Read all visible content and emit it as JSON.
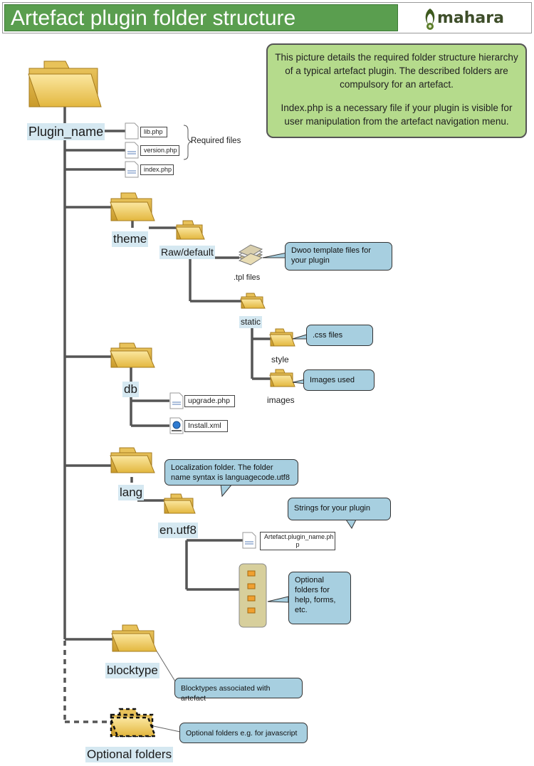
{
  "title": "Artefact plugin  folder structure",
  "logo": {
    "text": "mahara"
  },
  "info_box": {
    "paragraph1": "This picture details the required folder structure hierarchy of a typical artefact plugin. The described folders are compulsory for an artefact.",
    "paragraph2": "Index.php is a necessary file if your plugin is visible for user manipulation from the artefact navigation menu."
  },
  "folders": {
    "plugin_name": "Plugin_name",
    "theme": "theme",
    "raw_default": "Raw/default",
    "static": "static",
    "style": "style",
    "images": "images",
    "db": "db",
    "lang": "lang",
    "en_utf8": "en.utf8",
    "blocktype": "blocktype",
    "optional": "Optional folders"
  },
  "files": {
    "lib": "lib.php",
    "version": "version.php",
    "index": "index.php",
    "tpl": ".tpl files",
    "upgrade": "upgrade.php",
    "install": "Install.xml",
    "lang_file_line1": "Artefact.plugin_name.ph",
    "lang_file_line2": "p"
  },
  "annotations": {
    "required_files": "Required files",
    "dwoo_line1": "Dwoo template files for",
    "dwoo_line2": "your plugin",
    "css": ".css files",
    "images_used": "Images used",
    "localization_line1": "Localization folder. The folder",
    "localization_line2": "name syntax is languagecode.utf8",
    "strings": "Strings for your plugin",
    "optional_sub_line1": "Optional",
    "optional_sub_line2": "folders for",
    "optional_sub_line3": "help, forms,",
    "optional_sub_line4": "etc.",
    "blocktypes": "Blocktypes associated with artefact",
    "optional_js": "Optional folders e.g. for javascript"
  },
  "colors": {
    "title_green": "#5a9e4f",
    "info_green": "#b5db8c",
    "callout_blue": "#a7cfe0",
    "label_blue": "#d5e8f1",
    "folder_yellow": "#f3d36e",
    "line_gray": "#555555"
  }
}
